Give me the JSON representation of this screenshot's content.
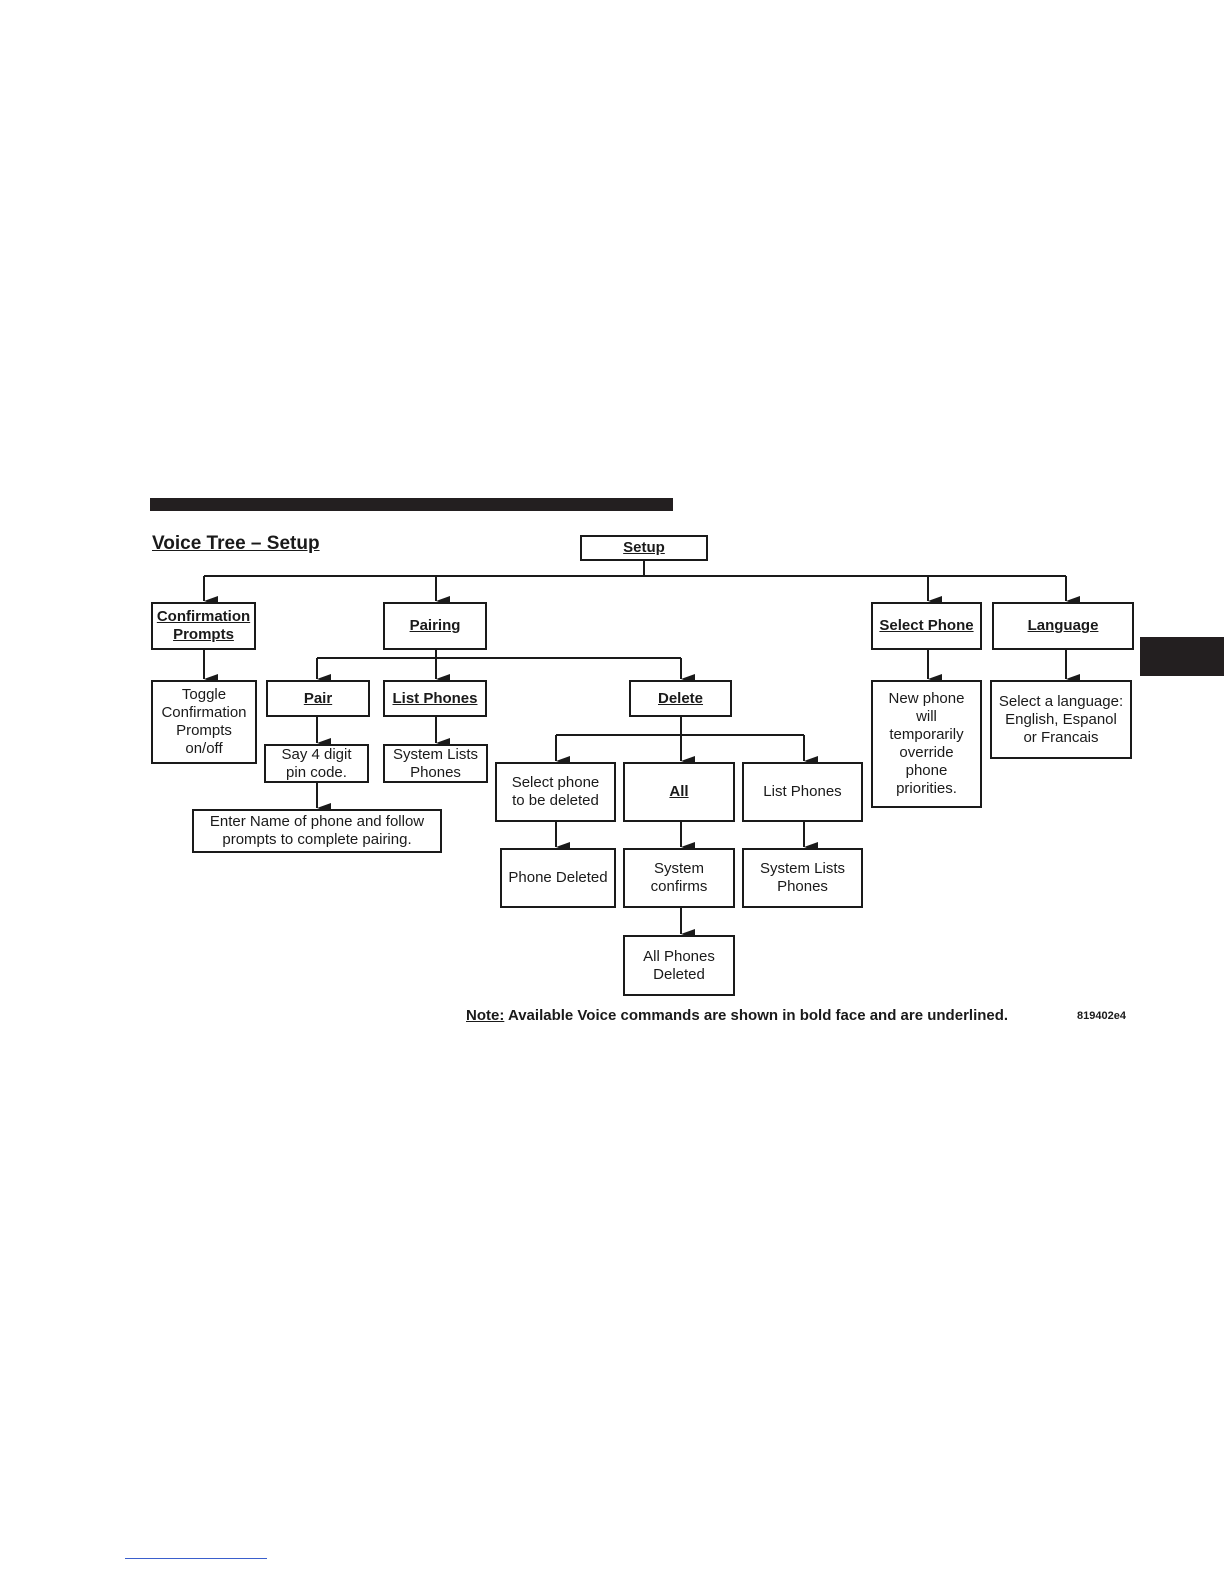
{
  "title": "Voice Tree – Setup",
  "nodes": {
    "setup": "Setup",
    "confirmation_prompts": "Confirmation\nPrompts",
    "pairing": "Pairing",
    "select_phone": "Select Phone",
    "language": "Language",
    "toggle_confirmation": "Toggle\nConfirmation\nPrompts\non/off",
    "pair": "Pair",
    "list_phones": "List Phones",
    "delete": "Delete",
    "new_phone_override": "New phone\nwill\ntemporarily\noverride\nphone\npriorities.",
    "select_language": "Select a language:\nEnglish, Espanol\nor Francais",
    "say_pin": "Say 4 digit\npin code.",
    "system_lists_phones_1": "System Lists\nPhones",
    "enter_name": "Enter Name of phone and follow\nprompts to complete pairing.",
    "select_phone_delete": "Select phone\nto be deleted",
    "all": "All",
    "list_phones_plain": "List Phones",
    "phone_deleted": "Phone Deleted",
    "system_confirms": "System\nconfirms",
    "system_lists_phones_2": "System Lists\nPhones",
    "all_phones_deleted": "All Phones\nDeleted"
  },
  "note": {
    "lead": "Note:",
    "text": " Available Voice commands are shown in bold face and are underlined."
  },
  "figure_code": "819402e4"
}
